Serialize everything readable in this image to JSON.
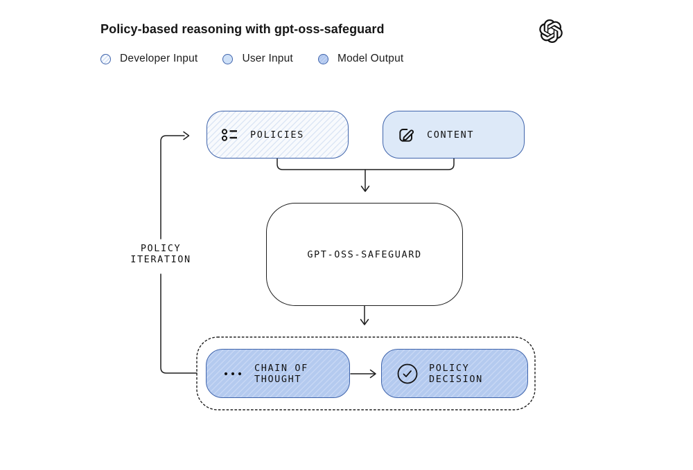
{
  "header": {
    "title": "Policy-based reasoning with gpt-oss-safeguard",
    "logo_icon": "openai-logo-icon"
  },
  "legend": {
    "items": [
      {
        "label": "Developer Input",
        "swatch": "circle-hatched-light",
        "border_color": "#3e63ab"
      },
      {
        "label": "User Input",
        "swatch": "circle-solid-light",
        "fill_color": "#cfe1f8"
      },
      {
        "label": "Model Output",
        "swatch": "circle-hatched-medium",
        "fill_color": "#b4caef"
      }
    ]
  },
  "nodes": {
    "policies": {
      "label": "POLICIES",
      "icon": "list-icon",
      "category": "developer-input"
    },
    "content": {
      "label": "CONTENT",
      "icon": "edit-icon",
      "category": "user-input"
    },
    "model": {
      "label": "GPT-OSS-SAFEGUARD",
      "category": "model"
    },
    "chain_of_thought": {
      "label_line1": "CHAIN OF",
      "label_line2": "THOUGHT",
      "icon": "ellipsis-icon",
      "category": "model-output"
    },
    "policy_decision": {
      "label_line1": "POLICY",
      "label_line2": "DECISION",
      "icon": "check-circle-icon",
      "category": "model-output"
    }
  },
  "labels": {
    "policy_iteration": {
      "line1": "POLICY",
      "line2": "ITERATION"
    }
  },
  "colors": {
    "node_border_blue": "#3e63ab",
    "user_input_fill": "#dde9f8",
    "model_output_fill": "#b4caef",
    "line_color": "#1d1d1d",
    "text_color": "#121212"
  }
}
